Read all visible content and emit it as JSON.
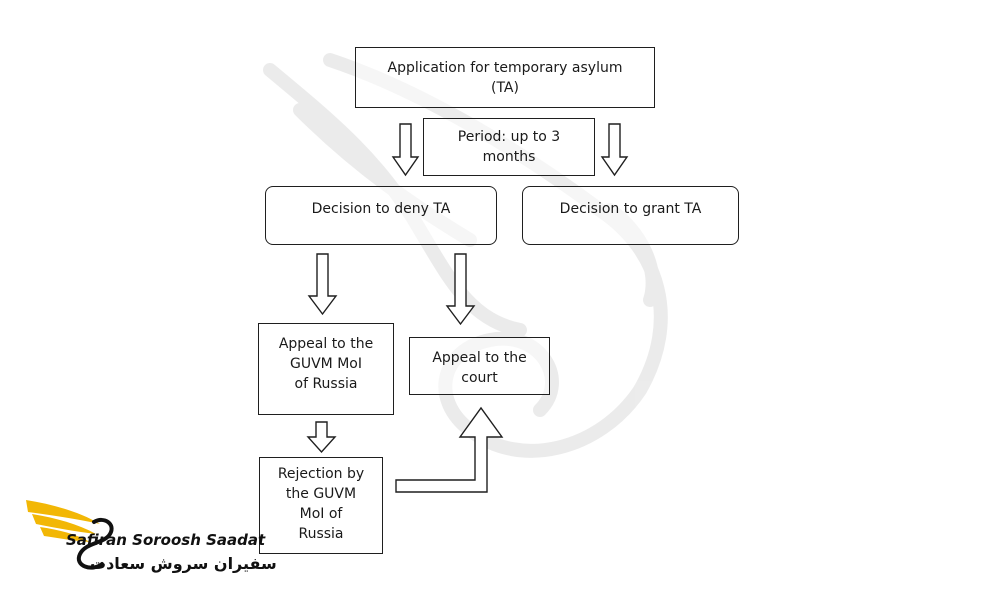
{
  "nodes": {
    "application": "Application for temporary asylum\n(TA)",
    "period": "Period: up to 3\nmonths",
    "deny": "Decision to deny TA",
    "grant": "Decision to grant TA",
    "appeal_guvm": "Appeal to the\nGUVM MoI\nof Russia",
    "appeal_court": "Appeal to the\ncourt",
    "rejection": "Rejection by\nthe GUVM\nMoI of\nRussia"
  },
  "logo": {
    "name_en": "Safiran Soroosh Saadat",
    "name_fa": "سفیران سروش سعادت"
  },
  "colors": {
    "line": "#1f1f1f",
    "logo_gold": "#f2b705",
    "watermark": "#d8d8d8"
  }
}
